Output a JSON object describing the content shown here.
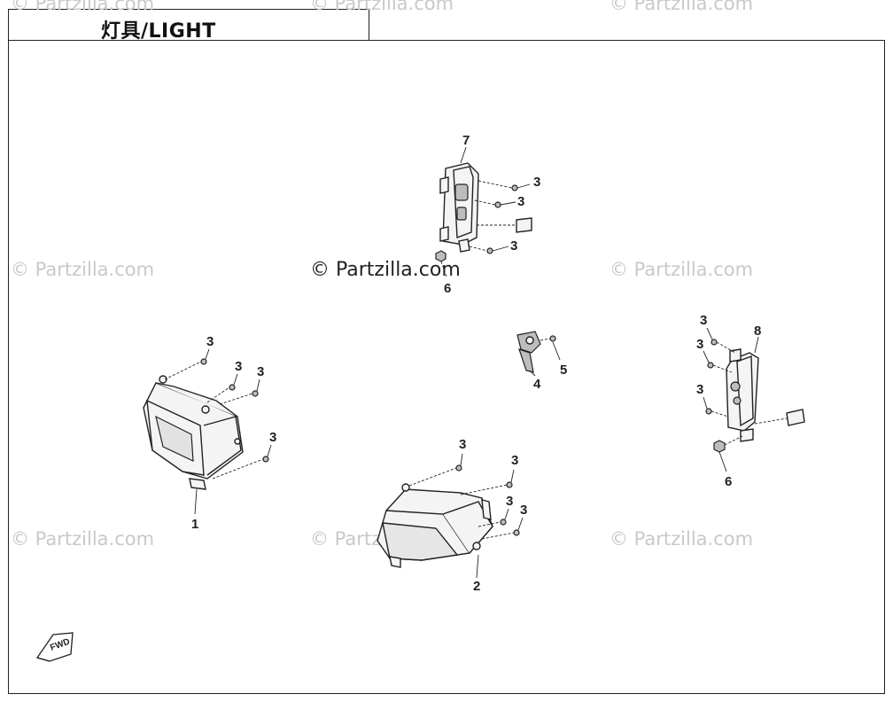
{
  "title": "灯具/LIGHT",
  "watermark": "© Partzilla.com",
  "watermark_main": "© Partzilla.com",
  "forward_label": "FWD",
  "callouts": {
    "headlight_left": "1",
    "headlight_right": "2",
    "bolt": "3",
    "bracket": "4",
    "screw": "5",
    "nut": "6",
    "turn_signal_left": "7",
    "turn_signal_right": "8"
  }
}
